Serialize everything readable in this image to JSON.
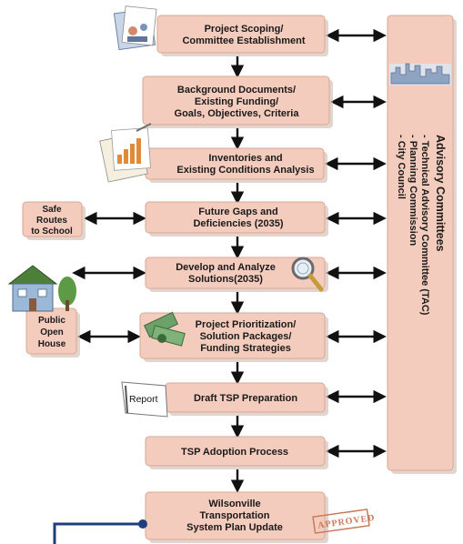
{
  "steps": [
    {
      "id": "scoping",
      "lines": [
        "Project Scoping/",
        "Committee Establishment"
      ]
    },
    {
      "id": "background",
      "lines": [
        "Background Documents/",
        "Existing Funding/",
        "Goals, Objectives, Criteria"
      ]
    },
    {
      "id": "inventories",
      "lines": [
        "Inventories and",
        "Existing Conditions Analysis"
      ]
    },
    {
      "id": "gaps",
      "lines": [
        "Future Gaps and",
        "Deficiencies (2035)"
      ]
    },
    {
      "id": "solutions",
      "lines": [
        "Develop and Analyze",
        "Solutions(2035)"
      ]
    },
    {
      "id": "prioritization",
      "lines": [
        "Project Prioritization/",
        "Solution Packages/",
        "Funding Strategies"
      ]
    },
    {
      "id": "draft",
      "lines": [
        "Draft TSP Preparation"
      ]
    },
    {
      "id": "adoption",
      "lines": [
        "TSP Adoption Process"
      ]
    },
    {
      "id": "final",
      "lines": [
        "Wilsonville",
        "Transportation",
        "System Plan Update"
      ]
    }
  ],
  "side_boxes": {
    "safe_routes": [
      "Safe",
      "Routes",
      "to School"
    ],
    "open_house": [
      "Public",
      "Open",
      "House"
    ]
  },
  "advisory": {
    "title": "Advisory Committees",
    "items": [
      "- Technical Advisory Committee (TAC)",
      "- Planning Commission",
      "- City Council"
    ]
  },
  "report_label": "Report",
  "stamp_label": "APPROVED",
  "colors": {
    "box_fill": "#f4ccbd",
    "box_stroke": "#d9a794",
    "arrow": "#111111",
    "leader_line": "#1f3f7a"
  }
}
